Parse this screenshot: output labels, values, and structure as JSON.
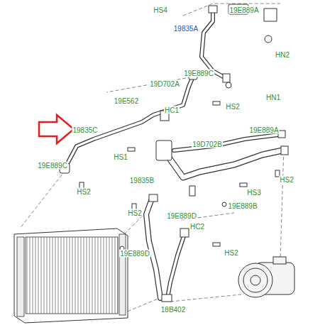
{
  "diagram": {
    "labels": [
      "HS4",
      "19E889A",
      "19835A",
      "HN2",
      "19E889C",
      "19D702A",
      "HN1",
      "19E562",
      "HS2",
      "HC1",
      "19835C",
      "19E889A",
      "19D702B",
      "HS1",
      "19E889C",
      "19835B",
      "HS2",
      "HS2",
      "HS3",
      "19E889B",
      "HS2",
      "19E889D",
      "HC2",
      "HS2",
      "19E889D",
      "18B402"
    ]
  }
}
